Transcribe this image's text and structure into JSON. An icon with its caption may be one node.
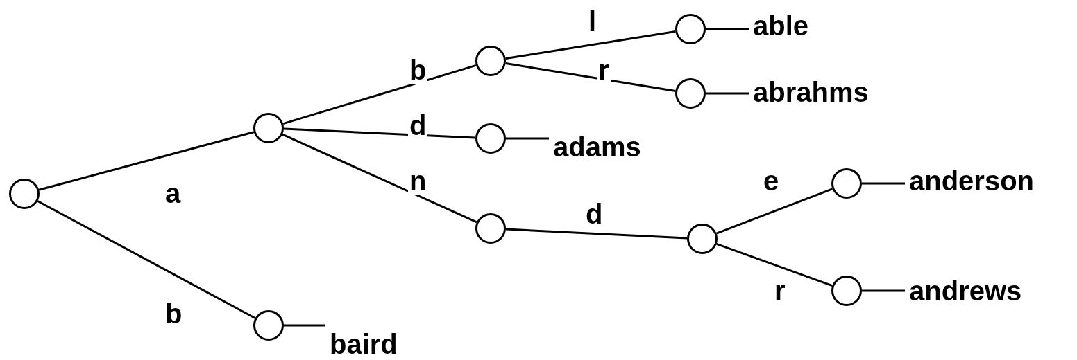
{
  "diagram": {
    "nodes": [
      {
        "text": [],
        "shape": "circle"
      },
      {
        "text": [],
        "shape": "circle"
      },
      {
        "text": [],
        "shape": "circle"
      },
      {
        "text": [],
        "shape": "circle"
      },
      {
        "text": [],
        "shape": "circle"
      },
      {
        "text": [],
        "shape": "circle"
      },
      {
        "text": [],
        "shape": "circle"
      },
      {
        "text": [],
        "shape": "circle"
      },
      {
        "text": [],
        "shape": "circle"
      },
      {
        "text": [],
        "shape": "circle"
      },
      {
        "text": [],
        "shape": "circle"
      },
      {
        "text": [
          "able"
        ]
      },
      {
        "text": [
          "abrahms"
        ]
      },
      {
        "text": [
          "adams"
        ]
      },
      {
        "text": [
          "anderson"
        ]
      },
      {
        "text": [
          "andrews"
        ]
      },
      {
        "text": [
          "baird"
        ]
      }
    ],
    "edges": [
      {
        "from": 0,
        "to": 1,
        "arrow": "none",
        "label": "a"
      },
      {
        "from": 0,
        "to": 2,
        "arrow": "none",
        "label": "b"
      },
      {
        "from": 1,
        "to": 3,
        "arrow": "none",
        "label": "b"
      },
      {
        "from": 1,
        "to": 4,
        "arrow": "none",
        "label": "d"
      },
      {
        "from": 1,
        "to": 5,
        "arrow": "none",
        "label": "n"
      },
      {
        "from": 3,
        "to": 6,
        "arrow": "none",
        "label": "l"
      },
      {
        "from": 3,
        "to": 7,
        "arrow": "none",
        "label": "r"
      },
      {
        "from": 5,
        "to": 8,
        "arrow": "none",
        "label": "d"
      },
      {
        "from": 8,
        "to": 9,
        "arrow": "none",
        "label": "e"
      },
      {
        "from": 8,
        "to": 10,
        "arrow": "none",
        "label": "r"
      },
      {
        "from": 6,
        "to": 11,
        "arrow": "none"
      },
      {
        "from": 7,
        "to": 12,
        "arrow": "none"
      },
      {
        "from": 4,
        "to": 13,
        "arrow": "none"
      },
      {
        "from": 9,
        "to": 14,
        "arrow": "none"
      },
      {
        "from": 10,
        "to": 15,
        "arrow": "none"
      },
      {
        "from": 2,
        "to": 16,
        "arrow": "none"
      }
    ]
  }
}
